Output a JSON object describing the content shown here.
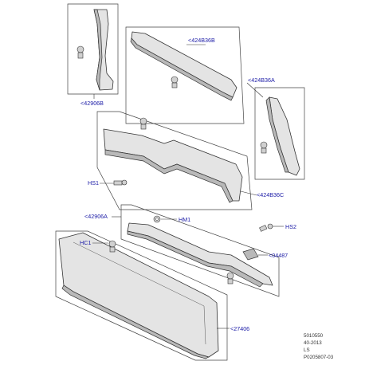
{
  "callouts": {
    "c42906B": "<42906B",
    "c424B36B": "<424B36B",
    "c424B36A": "<424B36A",
    "c424B36C": "<424B36C",
    "hs1": "HS1",
    "c42906A": "<42906A",
    "hm1": "HM1",
    "hs2": "HS2",
    "hc1": "HC1",
    "c04487": "<04487",
    "c27406": "<27406"
  },
  "info_block": {
    "line1": "5010550",
    "line2": "40-2013",
    "line3": "LS",
    "line4": "P0205807-03"
  },
  "colors": {
    "callout_text": "#1a1aa6",
    "line_art": "#333333"
  }
}
